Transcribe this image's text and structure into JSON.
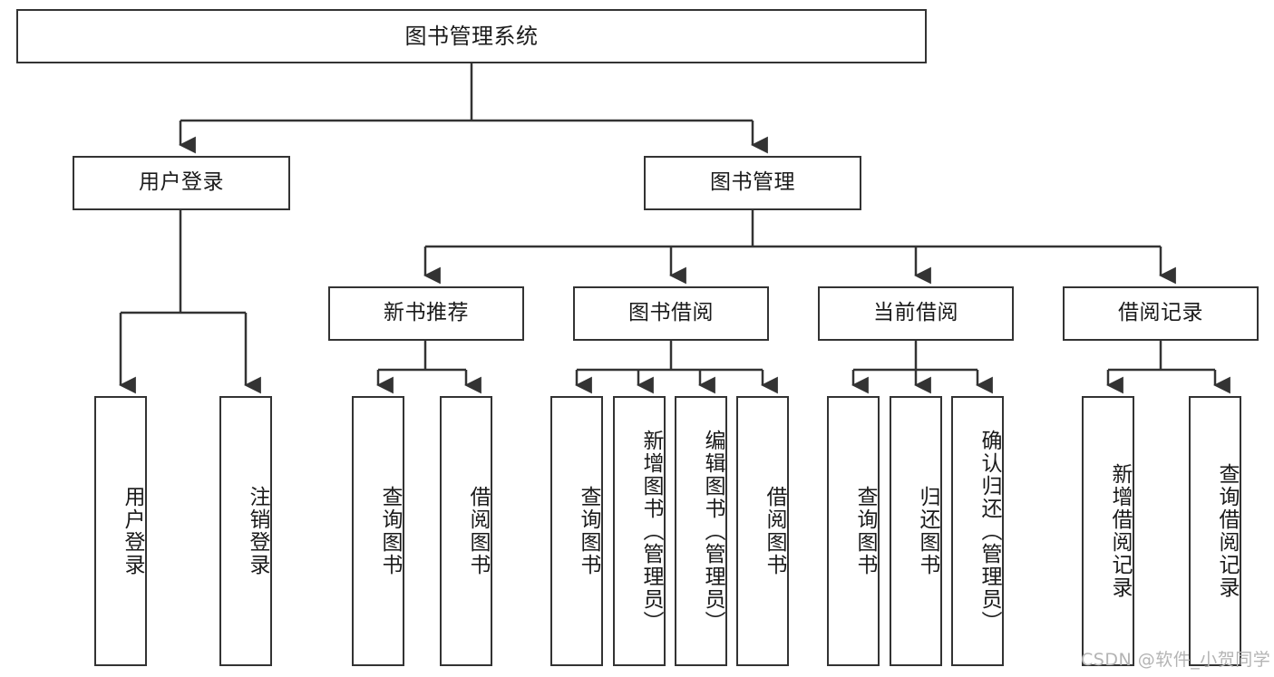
{
  "diagram": {
    "title": "图书管理系统",
    "type": "tree-hierarchy",
    "root": {
      "label": "图书管理系统",
      "level": 0
    },
    "level1": [
      {
        "label": "用户登录"
      },
      {
        "label": "图书管理"
      }
    ],
    "level2": [
      {
        "label": "新书推荐"
      },
      {
        "label": "图书借阅"
      },
      {
        "label": "当前借阅"
      },
      {
        "label": "借阅记录"
      }
    ],
    "leaves": {
      "user_login": [
        {
          "label": "用户登录"
        },
        {
          "label": "注销登录"
        }
      ],
      "new_book": [
        {
          "label": "查询图书"
        },
        {
          "label": "借阅图书"
        }
      ],
      "book_borrow": [
        {
          "label": "查询图书"
        },
        {
          "label": "新增图书（管理员）"
        },
        {
          "label": "编辑图书（管理员）"
        },
        {
          "label": "借阅图书"
        }
      ],
      "current_borrow": [
        {
          "label": "查询图书"
        },
        {
          "label": "归还图书"
        },
        {
          "label": "确认归还（管理员）"
        }
      ],
      "borrow_record": [
        {
          "label": "新增借阅记录"
        },
        {
          "label": "查询借阅记录"
        }
      ]
    }
  },
  "watermark": {
    "text": "CSDN @软件_小贺同学"
  },
  "colors": {
    "border": "#333333",
    "text": "#1a1a1a",
    "background": "#ffffff",
    "watermark": "#b4b4b4"
  }
}
